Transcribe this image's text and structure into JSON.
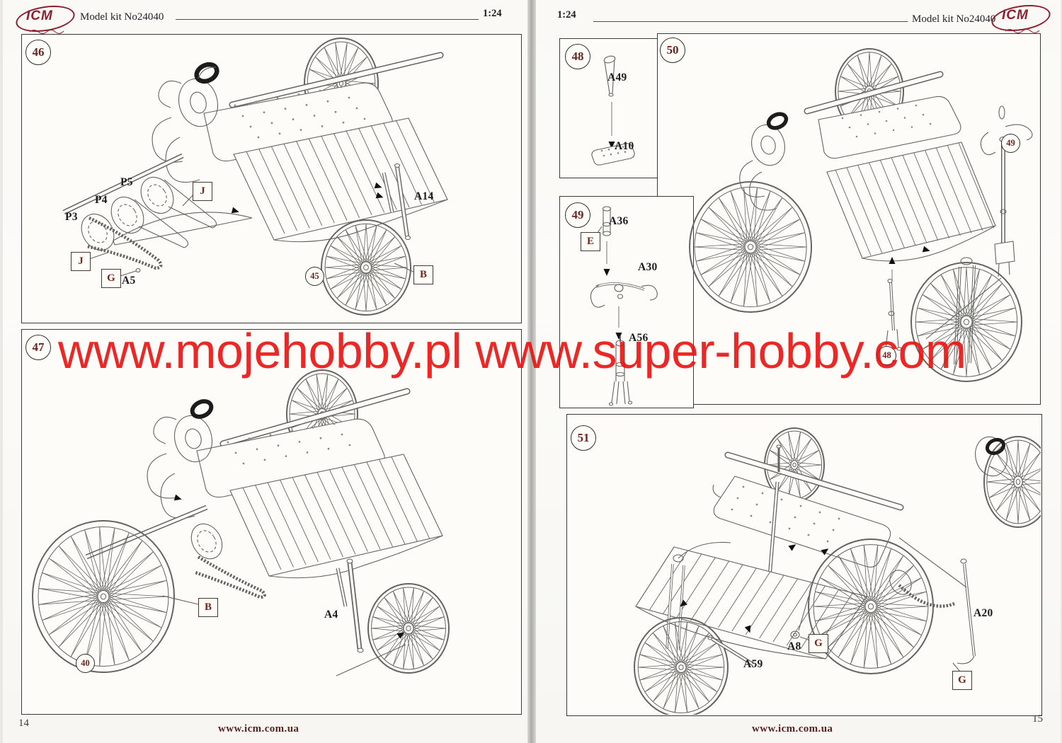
{
  "watermark": {
    "text": "www.mojehobby.pl www.super-hobby.com"
  },
  "left_page": {
    "header": {
      "brand": "ICM",
      "kit": "Model kit No24040",
      "scale": "1:24"
    },
    "footer": {
      "page_number": "14",
      "website": "www.icm.com.ua"
    },
    "step46": {
      "number": "46",
      "labels": {
        "p5": "P5",
        "p4": "P4",
        "p3": "P3",
        "j_upper": "J",
        "j_lower": "J",
        "g": "G",
        "a5": "A5",
        "a14": "A14",
        "b": "B",
        "ref45": "45"
      }
    },
    "step47": {
      "number": "47",
      "labels": {
        "b": "B",
        "a4": "A4",
        "ref40": "40"
      }
    }
  },
  "right_page": {
    "header": {
      "brand": "ICM",
      "kit": "Model kit No24040",
      "scale": "1:24"
    },
    "footer": {
      "page_number": "15",
      "website": "www.icm.com.ua"
    },
    "step48": {
      "number": "48",
      "labels": {
        "a49": "A49",
        "a10": "A10"
      }
    },
    "step49": {
      "number": "49",
      "labels": {
        "a36": "A36",
        "e": "E",
        "a30": "A30",
        "a56": "A56"
      }
    },
    "step50": {
      "number": "50",
      "labels": {
        "ref49": "49",
        "ref48": "48"
      }
    },
    "step51": {
      "number": "51",
      "labels": {
        "a20": "A20",
        "a8": "A8",
        "g_mid": "G",
        "a59": "A59",
        "g_right": "G"
      }
    }
  }
}
